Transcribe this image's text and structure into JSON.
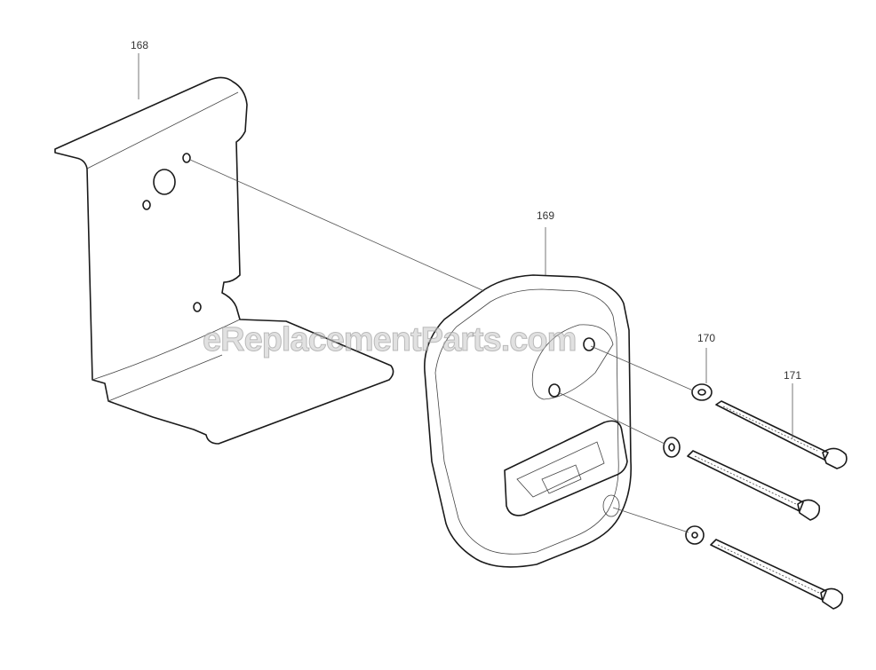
{
  "parts": [
    {
      "id": "168",
      "label": "168"
    },
    {
      "id": "169",
      "label": "169"
    },
    {
      "id": "170",
      "label": "170"
    },
    {
      "id": "171",
      "label": "171"
    }
  ],
  "watermark": "eReplacementParts.com",
  "colors": {
    "line": "#1a1a1a",
    "background": "#ffffff"
  }
}
